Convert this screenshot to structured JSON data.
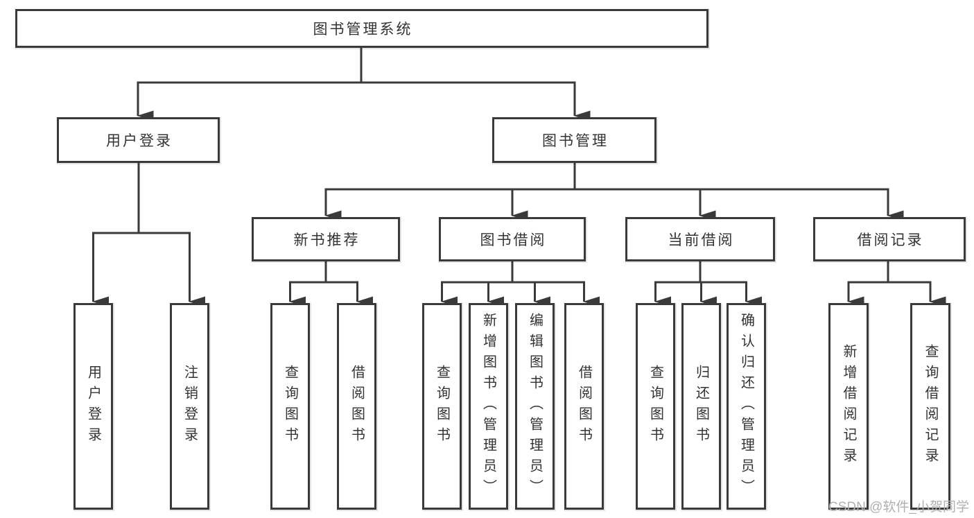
{
  "nodes": {
    "root": "图书管理系统",
    "user_login": "用户登录",
    "book_management": "图书管理",
    "new_book_recommend": "新书推荐",
    "book_borrow": "图书借阅",
    "current_borrow": "当前借阅",
    "borrow_record": "借阅记录",
    "login": "用户登录",
    "logout": "注销登录",
    "nbr_query_book": "查询图书",
    "nbr_borrow_book": "借阅图书",
    "bb_query_book": "查询图书",
    "bb_add_book": "新增图书（管理员）",
    "bb_edit_book": "编辑图书（管理员）",
    "bb_borrow_book": "借阅图书",
    "cb_query_book": "查询图书",
    "cb_return_book": "归还图书",
    "cb_confirm_return": "确认归还（管理员）",
    "br_add_record": "新增借阅记录",
    "br_query_record": "查询借阅记录"
  },
  "watermark": "CSDN @软件_小贺同学",
  "colors": {
    "line": "#3a3a3a",
    "text": "#333333",
    "watermark": "#b0b0b0",
    "background": "#ffffff"
  }
}
